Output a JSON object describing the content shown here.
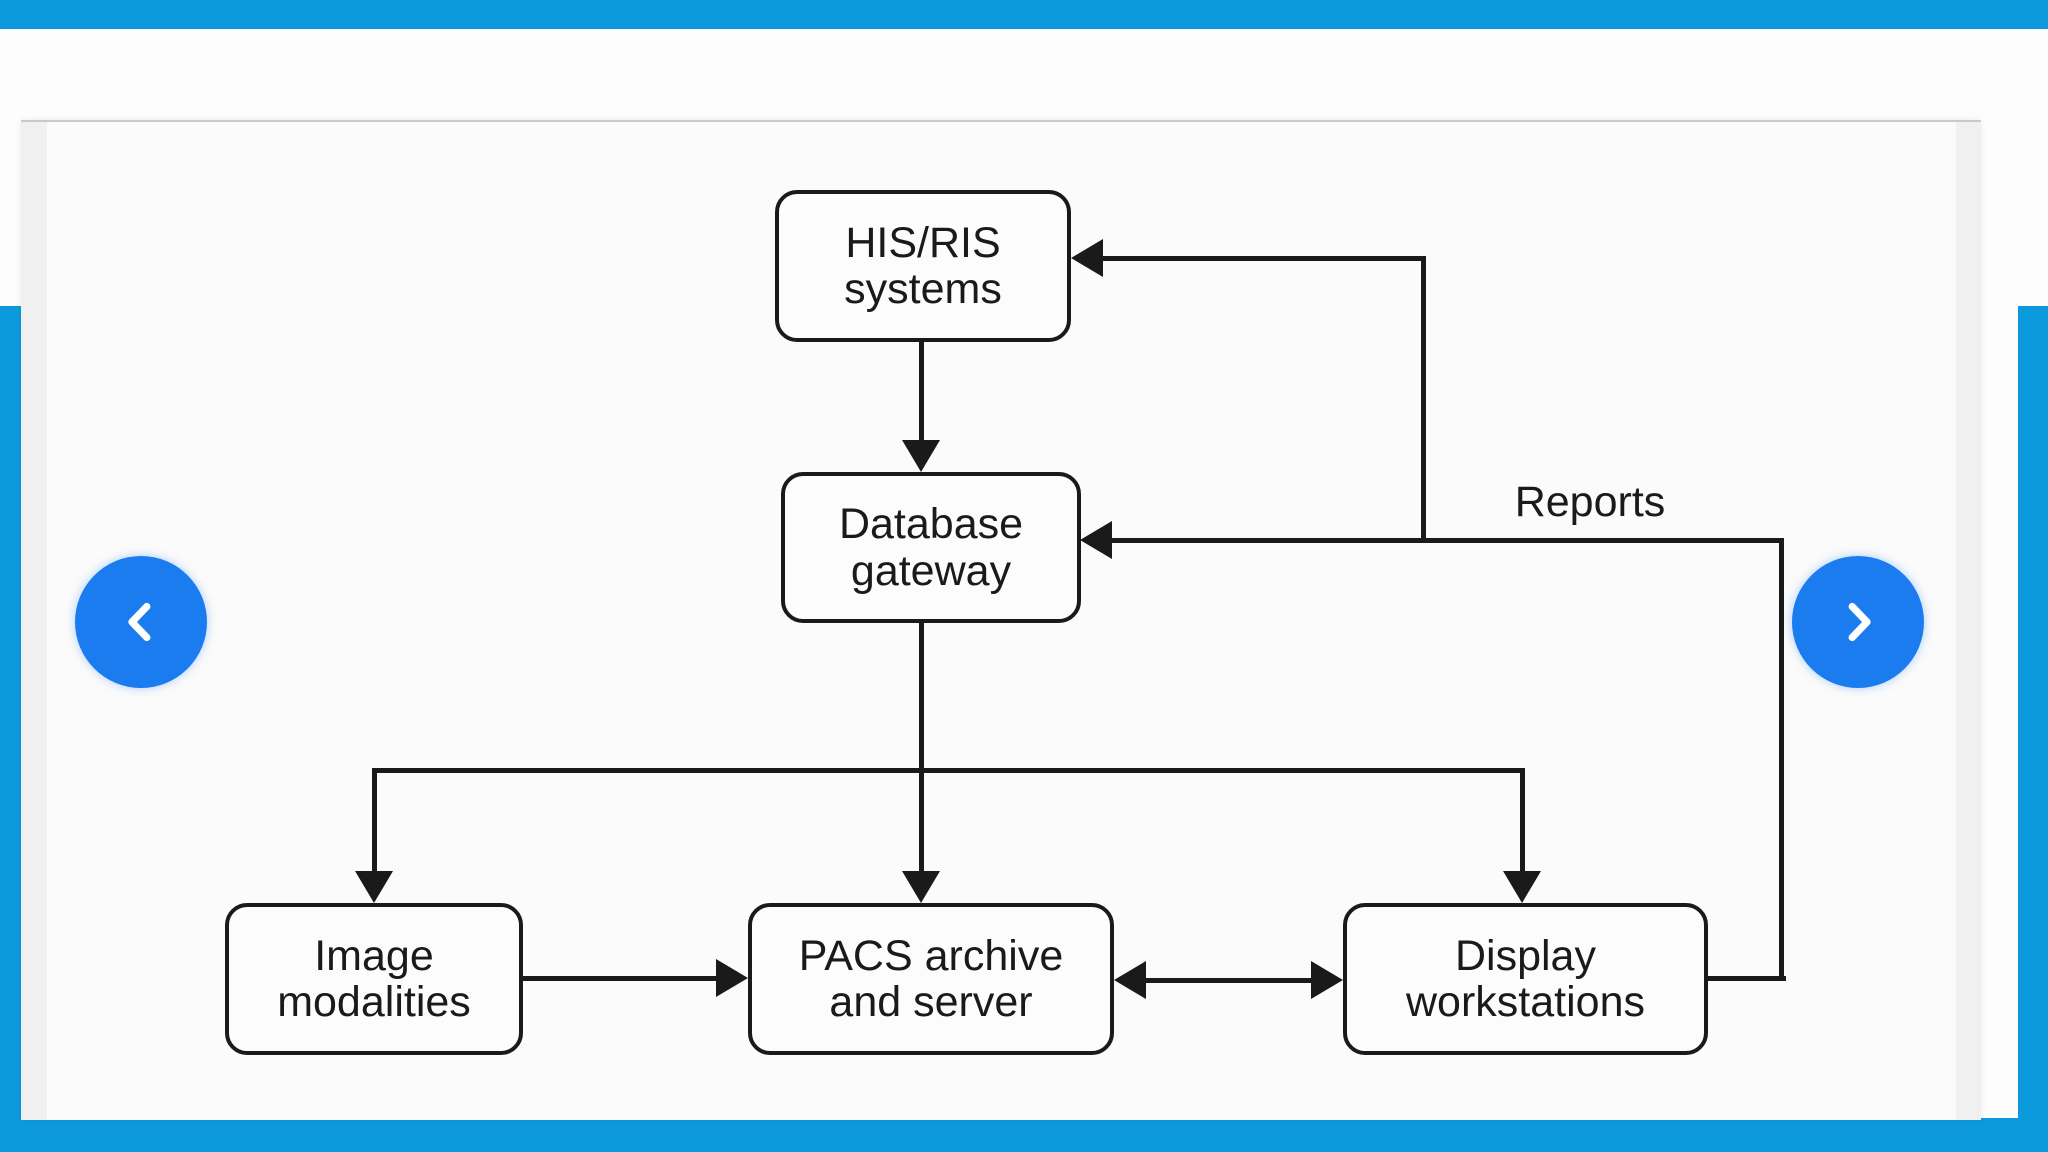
{
  "theme": {
    "frame_blue": "#0d9adc",
    "nav_button_blue": "#1b7cf0",
    "diagram_ink": "#1a1a1a",
    "card_background": "#fbfbfb"
  },
  "carousel": {
    "prev_button": {
      "icon": "chevron-left"
    },
    "next_button": {
      "icon": "chevron-right"
    }
  },
  "diagram": {
    "nodes": [
      {
        "id": "his-ris-systems",
        "label": "HIS/RIS\nsystems"
      },
      {
        "id": "database-gateway",
        "label": "Database\ngateway"
      },
      {
        "id": "image-modalities",
        "label": "Image\nmodalities"
      },
      {
        "id": "pacs-archive-server",
        "label": "PACS archive\nand server"
      },
      {
        "id": "display-workstations",
        "label": "Display\nworkstations"
      }
    ],
    "edges": [
      {
        "from": "his-ris-systems",
        "to": "database-gateway",
        "direction": "one-way"
      },
      {
        "from": "database-gateway",
        "to": "image-modalities",
        "direction": "one-way"
      },
      {
        "from": "database-gateway",
        "to": "pacs-archive-server",
        "direction": "one-way"
      },
      {
        "from": "database-gateway",
        "to": "display-workstations",
        "direction": "one-way"
      },
      {
        "from": "image-modalities",
        "to": "pacs-archive-server",
        "direction": "one-way"
      },
      {
        "from": "pacs-archive-server",
        "to": "display-workstations",
        "direction": "two-way"
      },
      {
        "from": "display-workstations",
        "to": "database-gateway",
        "direction": "one-way",
        "label": "Reports"
      },
      {
        "from": "display-workstations",
        "to": "his-ris-systems",
        "direction": "one-way",
        "label": "Reports"
      }
    ],
    "labels": {
      "reports": "Reports"
    }
  }
}
